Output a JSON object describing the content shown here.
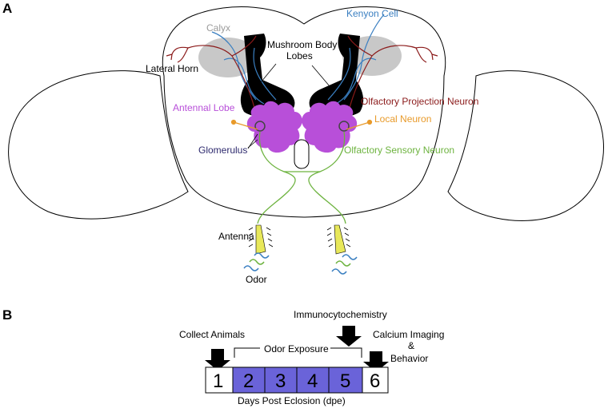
{
  "panels": {
    "a": "A",
    "b": "B"
  },
  "brain_labels": {
    "calyx": "Calyx",
    "kenyon_cell": "Kenyon Cell",
    "mushroom_body_line1": "Mushroom Body",
    "mushroom_body_line2": "Lobes",
    "lateral_horn": "Lateral Horn",
    "antennal_lobe": "Antennal Lobe",
    "olfactory_projection_neuron": "Olfactory Projection Neuron",
    "local_neuron": "Local Neuron",
    "glomerulus": "Glomerulus",
    "olfactory_sensory_neuron": "Olfactory Sensory Neuron",
    "antenna": "Antenna",
    "odor": "Odor"
  },
  "timeline": {
    "collect_animals": "Collect Animals",
    "odor_exposure": "Odor Exposure",
    "immunocytochemistry": "Immunocytochemistry",
    "calcium_line1": "Calcium Imaging",
    "calcium_line2": "&",
    "calcium_line3": "Behavior",
    "axis_label": "Days Post Eclosion (dpe)",
    "days": [
      "1",
      "2",
      "3",
      "4",
      "5",
      "6"
    ]
  },
  "colors": {
    "calyx": "#9b9b9b",
    "kenyon_cell": "#3a7fc1",
    "projection_neuron": "#8b1a1a",
    "antennal_lobe": "#b84fd9",
    "local_neuron": "#e89a2a",
    "glomerulus": "#2e2a6e",
    "sensory_neuron": "#6db33f",
    "exposure_box": "#6a63d9"
  }
}
